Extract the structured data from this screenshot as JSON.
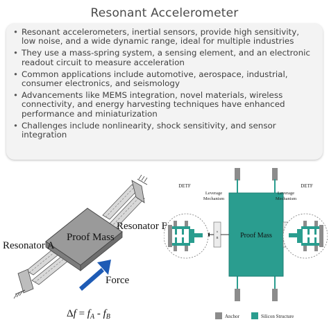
{
  "page": {
    "title": "Resonant Accelerometer",
    "bullets": [
      "Resonant accelerometers, inertial sensors, provide high sensitivity, low noise, and a wide dynamic range, ideal for multiple industries",
      "They use a mass-spring system, a sensing element, and an electronic readout circuit to measure acceleration",
      "Common applications include automotive, aerospace, industrial, consumer electronics, and seismology",
      "Advancements like MEMS integration, novel materials, wireless connectivity, and energy harvesting techniques have enhanced performance and miniaturization",
      "Challenges include nonlinearity, shock sensitivity, and sensor integration"
    ]
  },
  "left_diagram": {
    "proof_mass_label": "Proof Mass",
    "resonator_a_label": "Resonator A",
    "resonator_b_label": "Resonator B",
    "force_label": "Force",
    "formula": {
      "delta": "Δ",
      "f": "f",
      "equals": " = ",
      "fa": "f",
      "fa_sub": "A",
      "minus": " - ",
      "fb": "f",
      "fb_sub": "B"
    }
  },
  "right_diagram": {
    "detf_left_label": "DETF",
    "detf_right_label": "DETF",
    "leverage_left_label": "Leverage\nMechanism",
    "leverage_right_label": "Leverage\nMechanism",
    "proof_mass_label": "Proof Mass",
    "legend": {
      "anchor_label": "Anchor",
      "silicon_label": "Silicon Structure"
    }
  },
  "colors": {
    "teal": "#2a9d8f",
    "teal_dark": "#1f7f75",
    "anchor_gray": "#8c8c8c",
    "proof_mass_fill": "#9a9a9a",
    "force_blue": "#1e5bb5"
  }
}
